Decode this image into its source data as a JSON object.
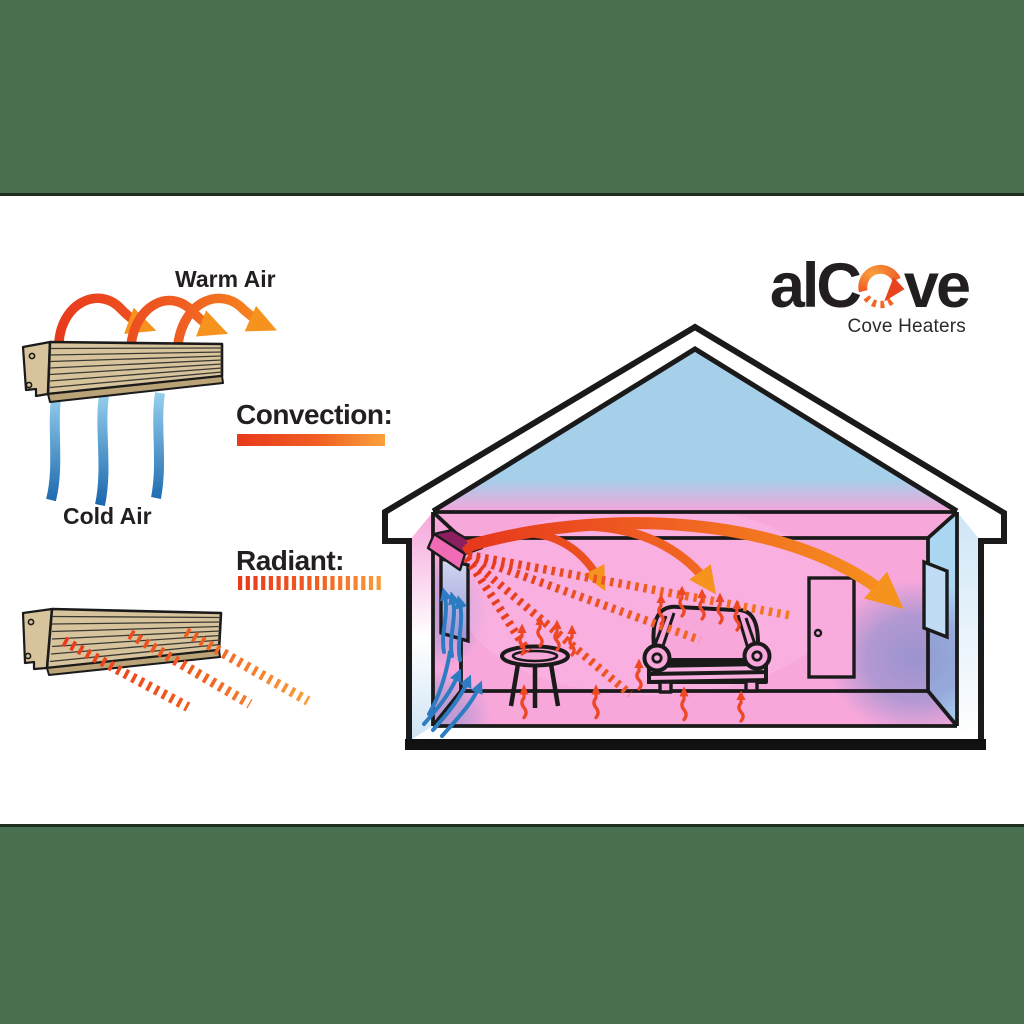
{
  "brand": {
    "part1": "al",
    "part2": "C",
    "part3": "ve",
    "full_name": "alCove",
    "tagline": "Cove Heaters"
  },
  "labels": {
    "warm_air": "Warm Air",
    "cold_air": "Cold Air",
    "convection": "Convection:",
    "radiant": "Radiant:"
  },
  "diagram": {
    "type": "cove-heater-heating-principles",
    "top_left": "cove heater with warm air arcs rising over it and cold air streams falling below",
    "bottom_left": "cove heater emitting diagonal dashed radiant heat rays",
    "right": "house cross-section: heater mounted high on left wall, orange convection arcs along ceiling, dashed radiant rays toward stool / sofa / floor, blue cold-air return arrows at window and floor, red heat squiggles rising, cool blue attic"
  },
  "colors": {
    "band_green": "#4a7052",
    "separator_dark": "#1d2e1e",
    "hot_red": "#e8391d",
    "hot_orange": "#f6921e",
    "cool_blue_light": "#9ed7f2",
    "cool_blue_dark": "#1a67ad",
    "room_pink": "#f8a7db",
    "attic_blue": "#a6cfea",
    "wall_blue": "#abd6f2",
    "corner_purple": "#8b90cd",
    "heater_tan": "#d8c49c",
    "outline_black": "#1a1a1a",
    "logo_black": "#231f20"
  }
}
